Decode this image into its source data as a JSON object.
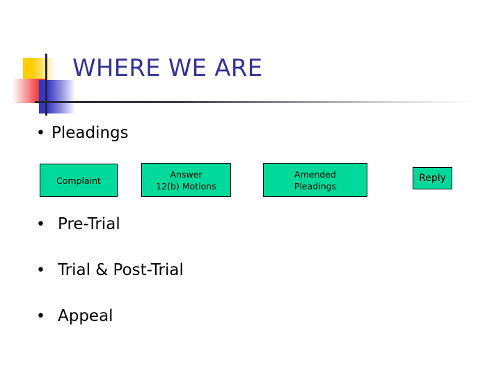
{
  "slide": {
    "title": "WHERE WE ARE",
    "title_color": "#333399",
    "background_color": "#ffffff"
  },
  "decor": {
    "yellow_square_color": "#FFCC00",
    "red_square_color": "#F23A3A",
    "blue_square_color": "#3333BB",
    "rule_color": "#25253A"
  },
  "bullets": [
    {
      "marker": "•",
      "label": "Pleadings"
    },
    {
      "marker": "•",
      "label": "Pre-Trial"
    },
    {
      "marker": "•",
      "label": "Trial & Post-Trial"
    },
    {
      "marker": "•",
      "label": "Appeal"
    }
  ],
  "process_boxes": {
    "fill_color": "#00D99A",
    "border_color": "#000000",
    "items": [
      {
        "label": "Complaint"
      },
      {
        "label": "Answer\n12(b) Motions"
      },
      {
        "label": "Amended\nPleadings"
      },
      {
        "label": "Reply"
      }
    ]
  }
}
